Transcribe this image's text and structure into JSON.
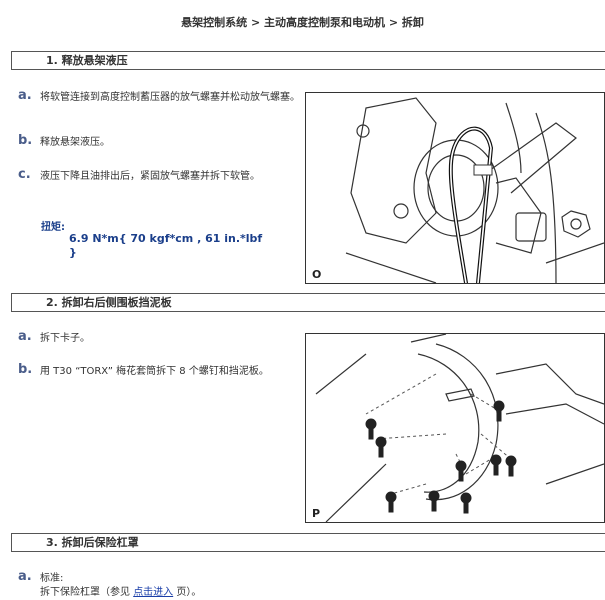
{
  "breadcrumb": "悬架控制系统 > 主动高度控制泵和电动机 > 拆卸",
  "sections": [
    {
      "title": "1. 释放悬架液压"
    },
    {
      "title": "2. 拆卸右后侧围板挡泥板"
    },
    {
      "title": "3. 拆卸后保险杠罩"
    }
  ],
  "section1": {
    "steps": [
      {
        "letter": "a.",
        "text": "将软管连接到高度控制蓄压器的放气螺塞并松动放气螺塞。"
      },
      {
        "letter": "b.",
        "text": "释放悬架液压。"
      },
      {
        "letter": "c.",
        "text": "液压下降且油排出后，紧固放气螺塞并拆下软管。"
      }
    ],
    "torque_label": "扭矩:",
    "torque_value": "6.9 N*m{ 70 kgf*cm , 61 in.*lbf }",
    "figure_label": "O"
  },
  "section2": {
    "steps": [
      {
        "letter": "a.",
        "text": "拆下卡子。"
      },
      {
        "letter": "b.",
        "text": "用 T30 “TORX” 梅花套筒拆下 8 个螺钉和挡泥板。"
      }
    ],
    "figure_label": "P"
  },
  "section3": {
    "steps": [
      {
        "letter": "a.",
        "text_line1": "标准:",
        "text_prefix": "拆下保险杠罩（参见 ",
        "link": "点击进入",
        "text_suffix": " 页）。"
      }
    ]
  }
}
